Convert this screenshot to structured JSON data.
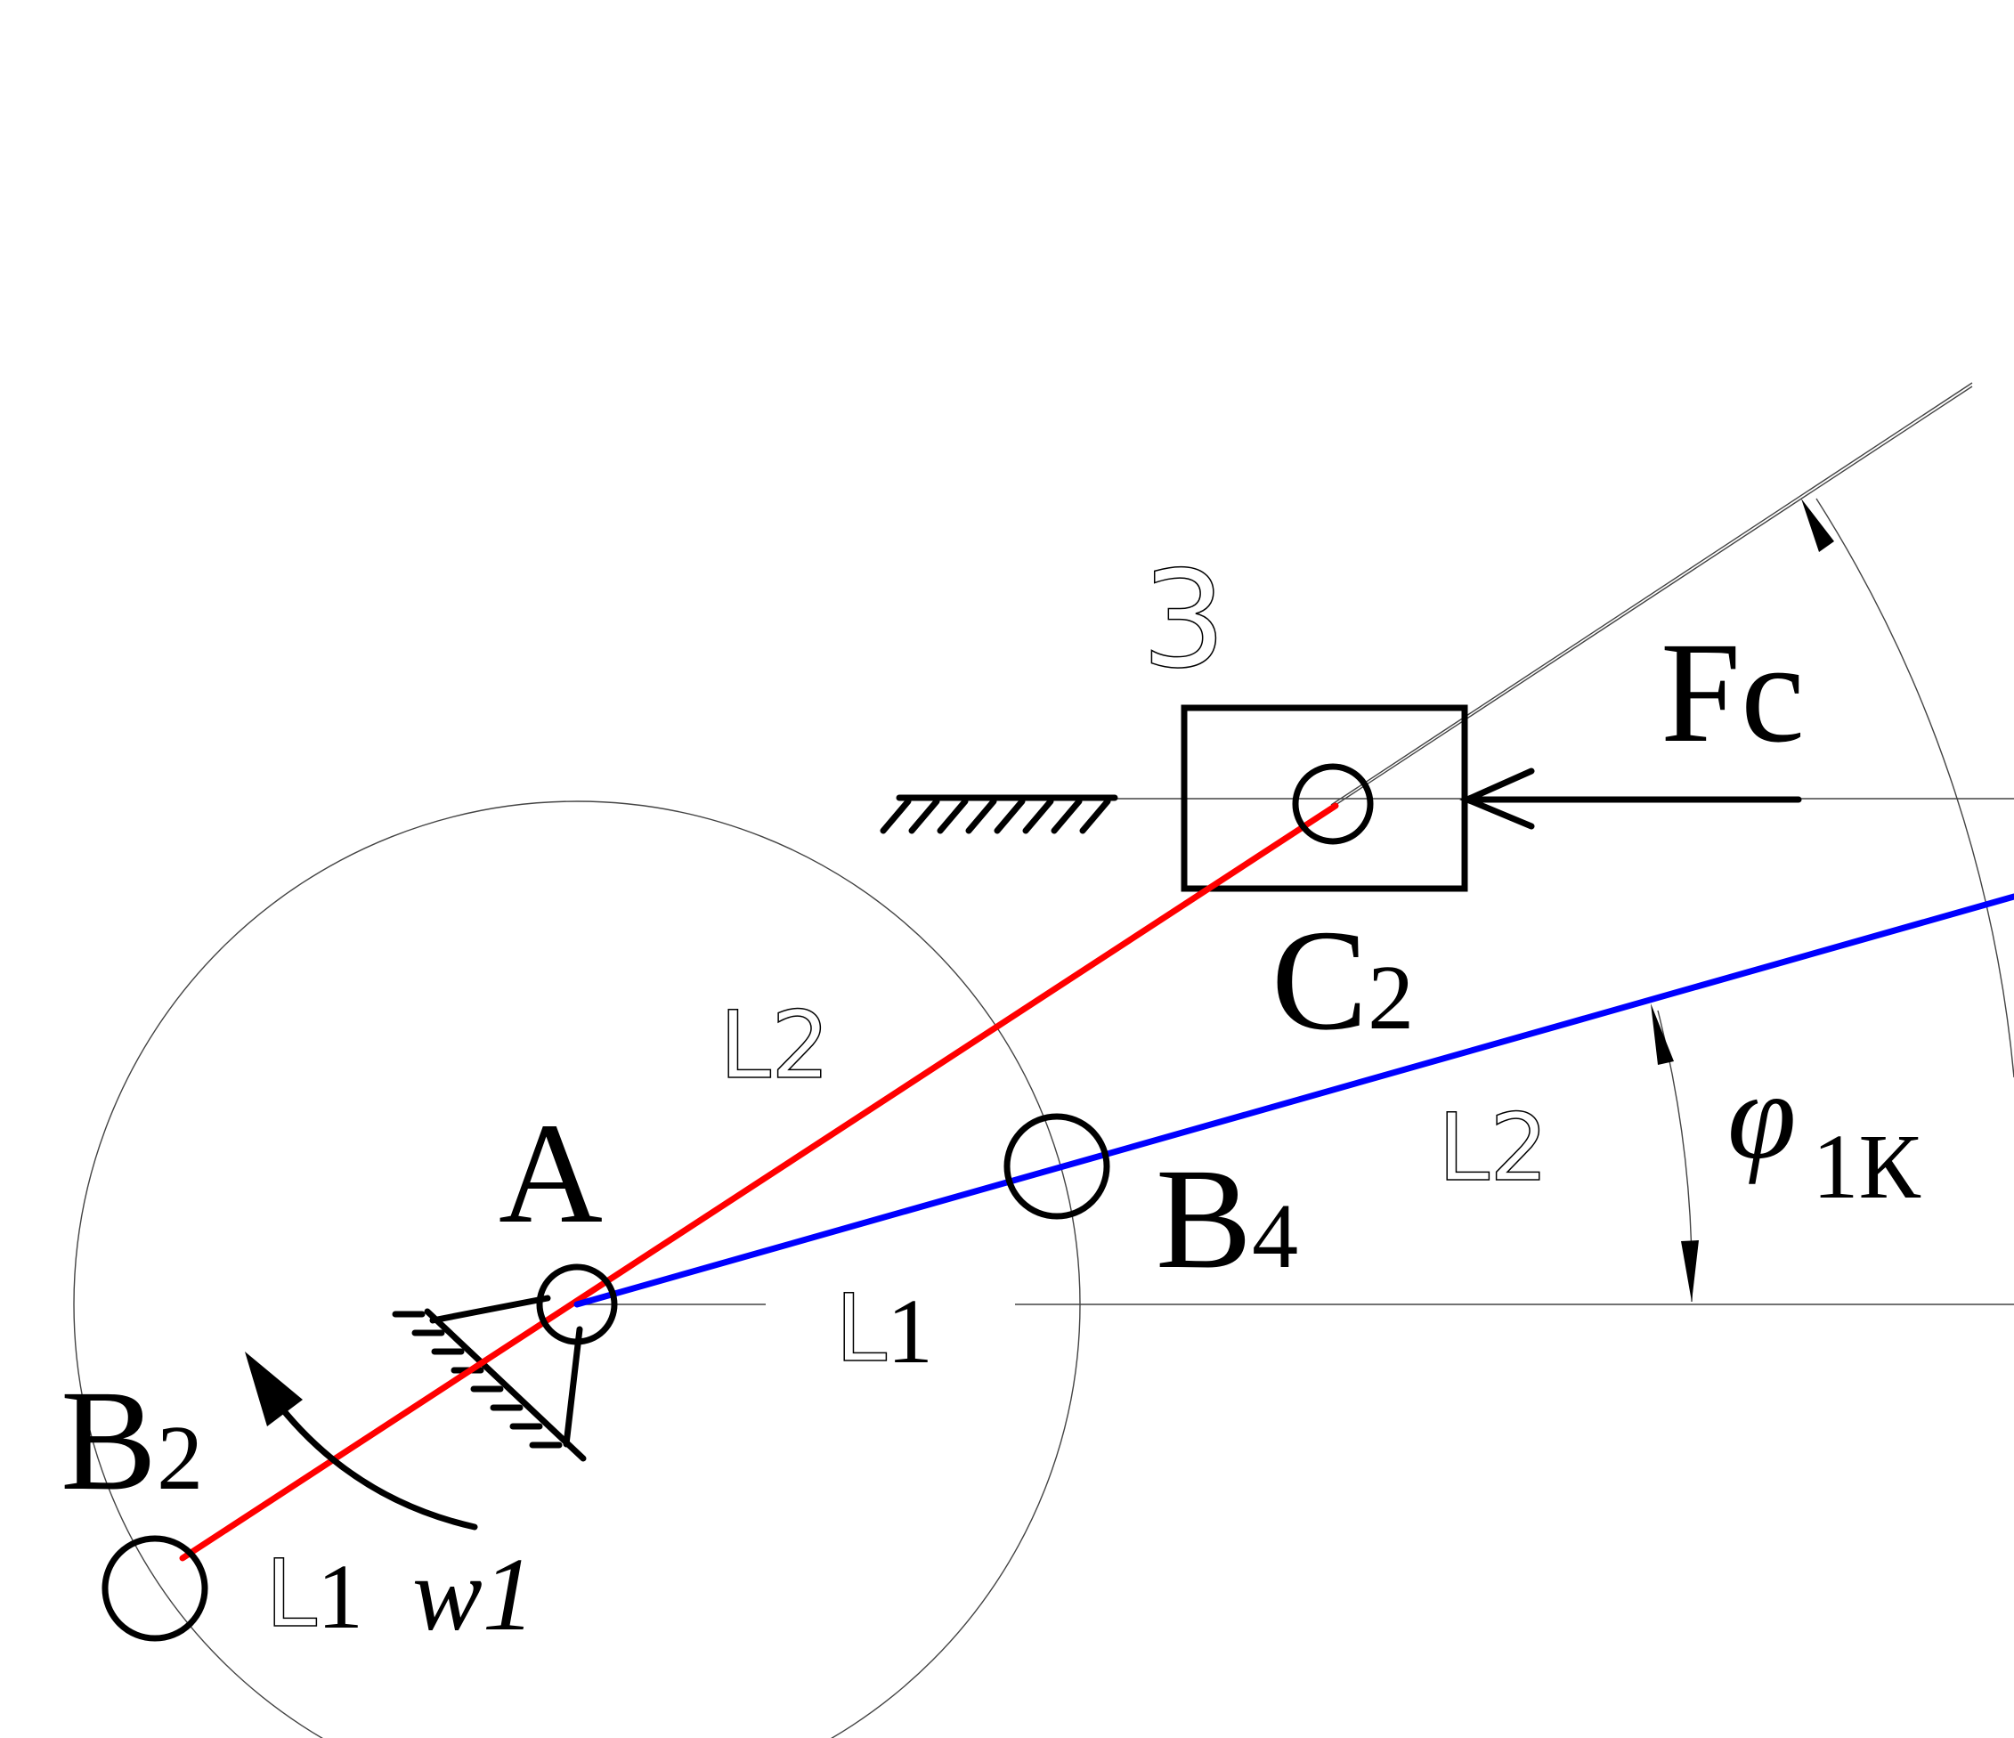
{
  "labels": {
    "point_a": "A",
    "point_b2_main": "B",
    "point_b2_sub": "2",
    "point_b4_main": "B",
    "point_b4_sub": "4",
    "point_c2_main": "C",
    "point_c2_sub": "2",
    "force_fc": "Fc",
    "slider_number": "3",
    "link_l2_upper_main": "L",
    "link_l2_upper_sub": "2",
    "link_l2_lower_main": "L",
    "link_l2_lower_sub": "2",
    "link_l1_right_main": "L",
    "link_l1_right_sub": "1",
    "link_l1_left_main": "L",
    "link_l1_left_sub": "1",
    "angular_velocity": "w1",
    "angle_phi_symbol": "φ",
    "angle_phi_sub": "1К"
  },
  "colors": {
    "link_red": "#ff0000",
    "link_blue": "#0000ff",
    "ink": "#000000",
    "thin_line": "#444444"
  }
}
